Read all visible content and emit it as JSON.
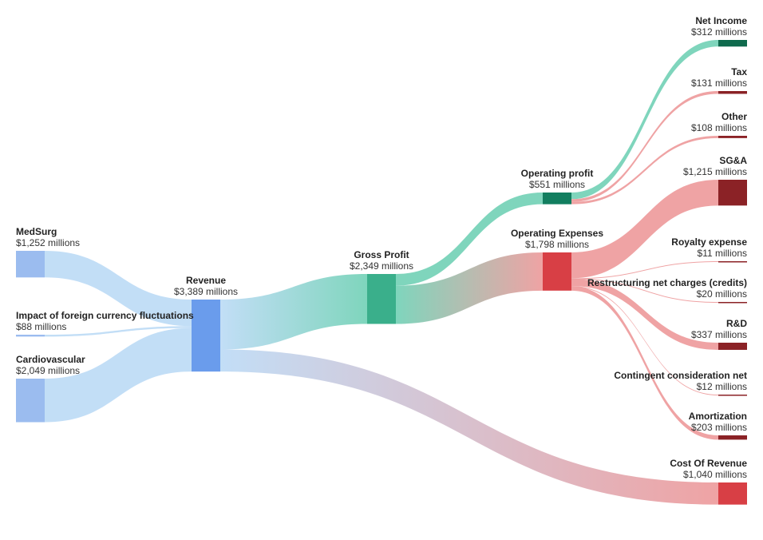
{
  "chart_data": {
    "type": "sankey",
    "unit_suffix": " millions",
    "currency_prefix": "$",
    "nodes": [
      {
        "id": "medsurg",
        "name": "MedSurg",
        "value": 1252,
        "color": "#9bbcef"
      },
      {
        "id": "fx",
        "name": "Impact of foreign currency fluctuations",
        "value": 88,
        "color": "#9bbcef"
      },
      {
        "id": "cardio",
        "name": "Cardiovascular",
        "value": 2049,
        "color": "#9bbcef"
      },
      {
        "id": "revenue",
        "name": "Revenue",
        "value": 3389,
        "color": "#6a9cec"
      },
      {
        "id": "gross",
        "name": "Gross Profit",
        "value": 2349,
        "color": "#3aaf8b"
      },
      {
        "id": "cor",
        "name": "Cost Of Revenue",
        "value": 1040,
        "color": "#d83f45"
      },
      {
        "id": "opprofit",
        "name": "Operating profit",
        "value": 551,
        "color": "#127e5f"
      },
      {
        "id": "opex",
        "name": "Operating Expenses",
        "value": 1798,
        "color": "#d83f45"
      },
      {
        "id": "net",
        "name": "Net Income",
        "value": 312,
        "color": "#0f6a4d"
      },
      {
        "id": "tax",
        "name": "Tax",
        "value": 131,
        "color": "#8b2226"
      },
      {
        "id": "other",
        "name": "Other",
        "value": 108,
        "color": "#8b2226"
      },
      {
        "id": "sga",
        "name": "SG&A",
        "value": 1215,
        "color": "#8b2226"
      },
      {
        "id": "royalty",
        "name": "Royalty expense",
        "value": 11,
        "color": "#8b2226"
      },
      {
        "id": "restructuring",
        "name": "Restructuring net charges (credits)",
        "value": 20,
        "color": "#8b2226"
      },
      {
        "id": "rnd",
        "name": "R&D",
        "value": 337,
        "color": "#8b2226"
      },
      {
        "id": "contingent",
        "name": "Contingent consideration net",
        "value": 12,
        "color": "#8b2226"
      },
      {
        "id": "amort",
        "name": "Amortization",
        "value": 203,
        "color": "#8b2226"
      }
    ],
    "links": [
      {
        "source": "medsurg",
        "target": "revenue",
        "value": 1252
      },
      {
        "source": "fx",
        "target": "revenue",
        "value": 88
      },
      {
        "source": "cardio",
        "target": "revenue",
        "value": 2049
      },
      {
        "source": "revenue",
        "target": "gross",
        "value": 2349
      },
      {
        "source": "revenue",
        "target": "cor",
        "value": 1040
      },
      {
        "source": "gross",
        "target": "opprofit",
        "value": 551
      },
      {
        "source": "gross",
        "target": "opex",
        "value": 1798
      },
      {
        "source": "opprofit",
        "target": "net",
        "value": 312
      },
      {
        "source": "opprofit",
        "target": "tax",
        "value": 131
      },
      {
        "source": "opprofit",
        "target": "other",
        "value": 108
      },
      {
        "source": "opex",
        "target": "sga",
        "value": 1215
      },
      {
        "source": "opex",
        "target": "royalty",
        "value": 11
      },
      {
        "source": "opex",
        "target": "restructuring",
        "value": 20
      },
      {
        "source": "opex",
        "target": "rnd",
        "value": 337
      },
      {
        "source": "opex",
        "target": "contingent",
        "value": 12
      },
      {
        "source": "opex",
        "target": "amort",
        "value": 203
      }
    ],
    "link_colors": {
      "revenue_in": "#bfdcf6",
      "profit": "#78d3b9",
      "expense": "#ee9e9f"
    }
  }
}
